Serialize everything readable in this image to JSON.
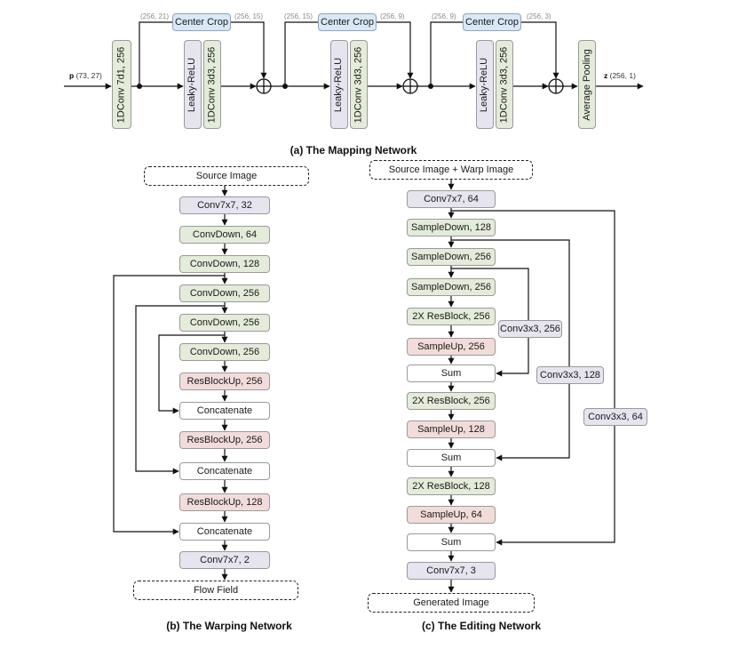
{
  "mapping": {
    "caption": "(a) The Mapping Network",
    "input_symbol": "p",
    "input_dims": "(73, 27)",
    "output_symbol": "z",
    "output_dims": "(256, 1)",
    "first_conv": "1DConv 7d1, 256",
    "blocks": [
      {
        "crop": "Center Crop",
        "dim_in": "(256, 21)",
        "dim_out": "(256, 15)",
        "act": "Leaky-ReLU",
        "conv": "1DConv 3d3, 256"
      },
      {
        "crop": "Center Crop",
        "dim_in": "(256, 15)",
        "dim_out": "(256, 9)",
        "act": "Leaky-ReLU",
        "conv": "1DConv 3d3, 256"
      },
      {
        "crop": "Center Crop",
        "dim_in": "(256, 9)",
        "dim_out": "(256, 3)",
        "act": "Leaky-ReLU",
        "conv": "1DConv 3d3, 256"
      }
    ],
    "pool": "Average Pooling"
  },
  "warping": {
    "caption": "(b) The Warping Network",
    "layers": [
      {
        "label": "Source Image",
        "kind": "dash"
      },
      {
        "label": "Conv7x7, 32",
        "kind": "lav"
      },
      {
        "label": "ConvDown, 64",
        "kind": "green"
      },
      {
        "label": "ConvDown, 128",
        "kind": "green"
      },
      {
        "label": "ConvDown, 256",
        "kind": "green"
      },
      {
        "label": "ConvDown, 256",
        "kind": "green"
      },
      {
        "label": "ConvDown, 256",
        "kind": "green"
      },
      {
        "label": "ResBlockUp, 256",
        "kind": "pink"
      },
      {
        "label": "Concatenate",
        "kind": "white"
      },
      {
        "label": "ResBlockUp, 256",
        "kind": "pink"
      },
      {
        "label": "Concatenate",
        "kind": "white"
      },
      {
        "label": "ResBlockUp, 128",
        "kind": "pink"
      },
      {
        "label": "Concatenate",
        "kind": "white"
      },
      {
        "label": "Conv7x7, 2",
        "kind": "lav"
      },
      {
        "label": "Flow Field",
        "kind": "dash"
      }
    ]
  },
  "editing": {
    "caption": "(c) The Editing Network",
    "layers": [
      {
        "label": "Source Image + Warp Image",
        "kind": "dash"
      },
      {
        "label": "Conv7x7, 64",
        "kind": "lav"
      },
      {
        "label": "SampleDown, 128",
        "kind": "green"
      },
      {
        "label": "SampleDown, 256",
        "kind": "green"
      },
      {
        "label": "SampleDown, 256",
        "kind": "green"
      },
      {
        "label": "2X ResBlock, 256",
        "kind": "green"
      },
      {
        "label": "SampleUp, 256",
        "kind": "pink"
      },
      {
        "label": "Sum",
        "kind": "white"
      },
      {
        "label": "2X ResBlock, 256",
        "kind": "green"
      },
      {
        "label": "SampleUp, 128",
        "kind": "pink"
      },
      {
        "label": "Sum",
        "kind": "white"
      },
      {
        "label": "2X ResBlock, 128",
        "kind": "green"
      },
      {
        "label": "SampleUp, 64",
        "kind": "pink"
      },
      {
        "label": "Sum",
        "kind": "white"
      },
      {
        "label": "Conv7x7, 3",
        "kind": "lav"
      },
      {
        "label": "Generated Image",
        "kind": "dash"
      }
    ],
    "skips": [
      "Conv3x3, 256",
      "Conv3x3, 128",
      "Conv3x3, 64"
    ]
  }
}
